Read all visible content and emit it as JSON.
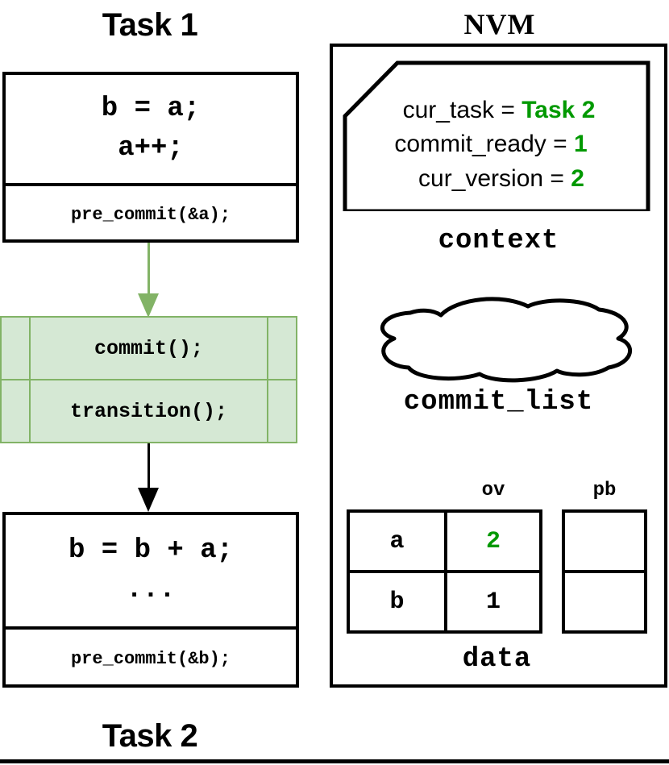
{
  "diagram": {
    "title": "NVM task commit/transition diagram",
    "colors": {
      "green_text": "#009900",
      "green_fill": "#d5e8d4",
      "green_stroke": "#82b366",
      "black": "#000000",
      "white": "#ffffff"
    }
  },
  "left_column": {
    "top_title": "Task 1",
    "bottom_title": "Task 2",
    "task1": {
      "body_lines": [
        "b = a;",
        "a++;"
      ],
      "footer": "pre_commit(&a);"
    },
    "commit_block": {
      "rows": [
        "commit();",
        "transition();"
      ]
    },
    "task2": {
      "body_lines": [
        "b = b + a;",
        "..."
      ],
      "footer": "pre_commit(&b);"
    },
    "arrows": [
      {
        "name": "task1-to-commit",
        "color": "#82b366"
      },
      {
        "name": "commit-to-task2",
        "color": "#000000"
      }
    ]
  },
  "nvm": {
    "title": "NVM",
    "context": {
      "label": "context",
      "fields": [
        {
          "key": "cur_task =",
          "value": "Task 2"
        },
        {
          "key": "commit_ready =",
          "value": "1"
        },
        {
          "key": "cur_version =",
          "value": "2"
        }
      ]
    },
    "commit_list": {
      "label": "commit_list",
      "shape": "cloud"
    },
    "data": {
      "label": "data",
      "ov_header": "ov",
      "pb_header": "pb",
      "rows": [
        {
          "name": "a",
          "ov": "2",
          "ov_highlight": true,
          "pb": ""
        },
        {
          "name": "b",
          "ov": "1",
          "ov_highlight": false,
          "pb": ""
        }
      ]
    }
  }
}
